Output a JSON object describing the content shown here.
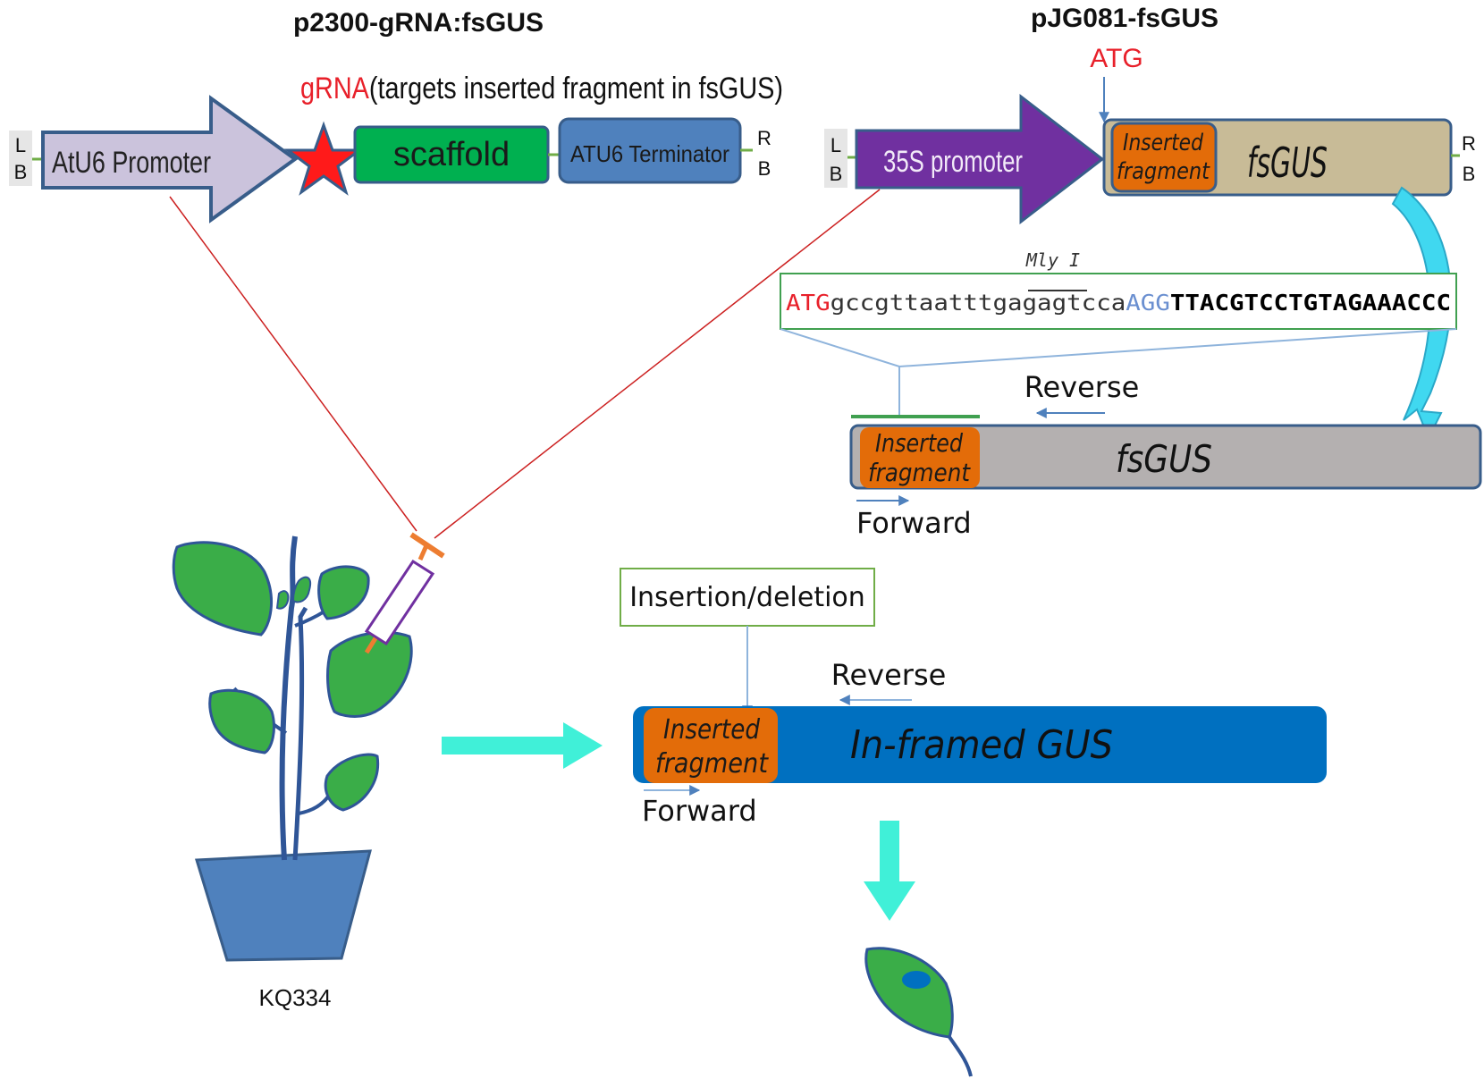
{
  "left_construct": {
    "title": "p2300-gRNA:fsGUS",
    "grna_label": "gRNA",
    "grna_note": "(targets inserted fragment in fsGUS)",
    "lb_top": "L",
    "lb_bottom": "B",
    "promoter": "AtU6  Promoter",
    "scaffold": "scaffold",
    "terminator": "ATU6 Terminator",
    "rb_top": "R",
    "rb_bottom": "B"
  },
  "right_construct": {
    "title": "pJG081-fsGUS",
    "atg_label": "ATG",
    "lb_top": "L",
    "lb_bottom": "B",
    "promoter": "35S promoter",
    "insert_line1": "Inserted",
    "insert_line2": "fragment",
    "gene": "fsGUS",
    "rb_top": "R",
    "rb_bottom": "B"
  },
  "sequence": {
    "enzyme": "Mly I",
    "start": "ATG",
    "seq_pre": "gccgttaatttga",
    "seq_over": "gagt",
    "seq_post": "cca",
    "pam": "AGG",
    "tail": "TTACGTCCTGTAGAAACCC"
  },
  "fsgus_zoom": {
    "reverse": "Reverse",
    "insert_line1": "Inserted",
    "insert_line2": "fragment",
    "gene": "fsGUS",
    "forward": "Forward"
  },
  "result": {
    "indel_box": "Insertion/deletion",
    "reverse": "Reverse",
    "insert_line1": "Inserted",
    "insert_line2": "fragment",
    "gene": "In-framed GUS",
    "forward": "Forward"
  },
  "plant": {
    "label": "KQ334"
  },
  "colors": {
    "promoter_atu6": "#cbc3dc",
    "promoter_35s": "#7030a0",
    "scaffold": "#00b050",
    "terminator": "#4f81bd",
    "insert": "#e36c09",
    "fsgus_beige": "#c8bb97",
    "fsgus_gray": "#b4b0b0",
    "inframed_gus": "#0070c0",
    "leaf": "#3aad48",
    "pot": "#4f81bd",
    "arrow_cyan": "#40f0d8",
    "red_text": "#e8202a"
  }
}
